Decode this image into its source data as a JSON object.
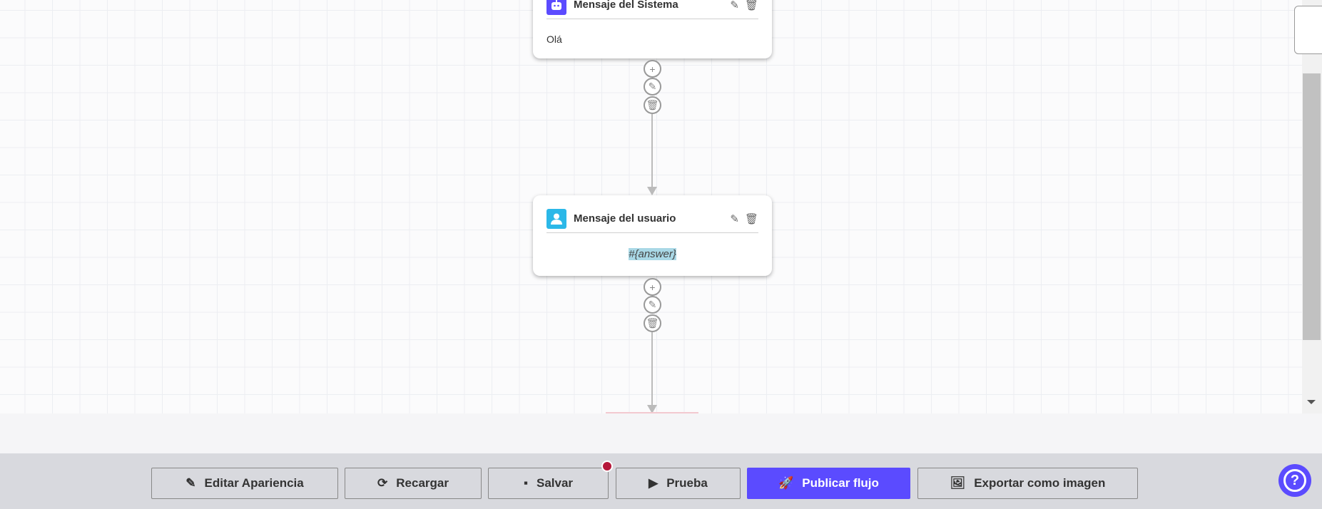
{
  "nodes": [
    {
      "title": "Mensaje del Sistema",
      "body": "Olá",
      "icon": "robot-icon",
      "icon_color": "#5b4bff"
    },
    {
      "title": "Mensaje del usuario",
      "body": "#{answer}",
      "icon": "user-icon",
      "icon_color": "#2bb8e8"
    }
  ],
  "toolbar": {
    "edit_appearance": "Editar Apariencia",
    "reload": "Recargar",
    "save": "Salvar",
    "test": "Prueba",
    "publish": "Publicar flujo",
    "export": "Exportar como imagen"
  },
  "colors": {
    "accent": "#5b4bff",
    "unsaved_dot": "#b5173a"
  },
  "help": "?"
}
